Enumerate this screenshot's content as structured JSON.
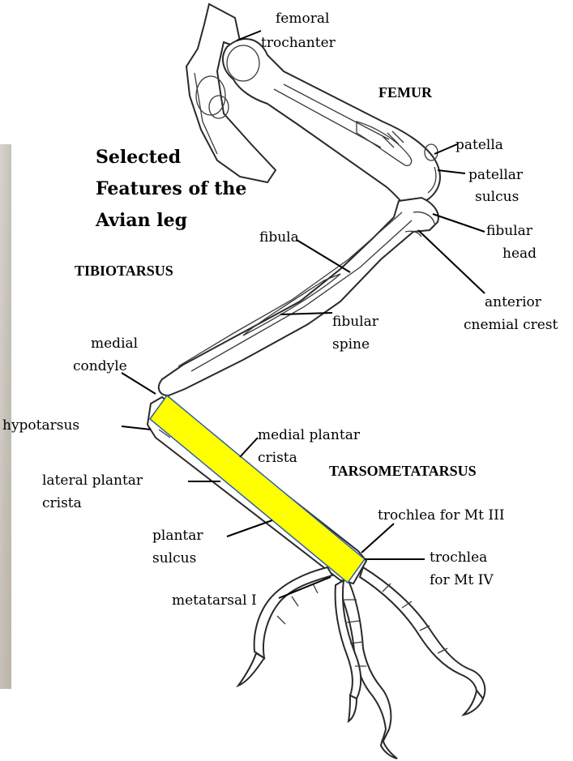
{
  "title": {
    "line1": "Selected",
    "line2": "Features of the",
    "line3": "Avian leg"
  },
  "sections": {
    "femur": "FEMUR",
    "tibiotarsus": "TIBIOTARSUS",
    "tarsometatarsus": "TARSOMETATARSUS"
  },
  "labels": {
    "femoral_trochanter_1": "femoral",
    "femoral_trochanter_2": "trochanter",
    "patella": "patella",
    "patellar_sulcus_1": "patellar",
    "patellar_sulcus_2": "sulcus",
    "fibula": "fibula",
    "fibular_head_1": "fibular",
    "fibular_head_2": "head",
    "anterior_cnemial_crest_1": "anterior",
    "anterior_cnemial_crest_2": "cnemial crest",
    "fibular_spine_1": "fibular",
    "fibular_spine_2": "spine",
    "medial_condyle_1": "medial",
    "medial_condyle_2": "condyle",
    "hypotarsus": "hypotarsus",
    "medial_plantar_crista_1": "medial plantar",
    "medial_plantar_crista_2": "crista",
    "lateral_plantar_crista_1": "lateral plantar",
    "lateral_plantar_crista_2": "crista",
    "plantar_sulcus_1": "plantar",
    "plantar_sulcus_2": "sulcus",
    "trochlea_mt3": "trochlea for Mt III",
    "trochlea_mt4_1": "trochlea",
    "trochlea_mt4_2": "for Mt IV",
    "metatarsal_1": "metatarsal I"
  },
  "colors": {
    "highlight_fill": "#ffff00",
    "highlight_stroke": "#2f5fa8",
    "photo_background": "#c9c4bc"
  }
}
